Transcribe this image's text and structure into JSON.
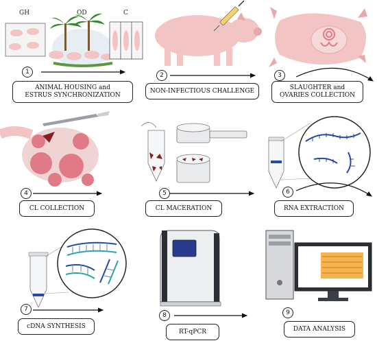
{
  "housing": {
    "gh": "GH",
    "od": "OD",
    "c": "C"
  },
  "steps": [
    {
      "number": "1",
      "line1": "ANIMAL HOUSING and",
      "line2": "ESTRUS SYNCHRONIZATION"
    },
    {
      "number": "2",
      "line1": "NON-INFECTIOUS CHALLENGE"
    },
    {
      "number": "3",
      "line1": "SLAUGHTER and",
      "line2": "OVARIES COLLECTION"
    },
    {
      "number": "4",
      "line1": "CL COLLECTION"
    },
    {
      "number": "5",
      "line1": "CL MACERATION"
    },
    {
      "number": "6",
      "line1": "RNA EXTRACTION"
    },
    {
      "number": "7",
      "line1": "cDNA SYNTHESIS"
    },
    {
      "number": "8",
      "line1": "RT-qPCR"
    },
    {
      "number": "9",
      "line1": "DATA ANALYSIS"
    }
  ],
  "colors": {
    "pig": "#f2c4c4",
    "pigDark": "#e8a9a9",
    "cl": "#e07a86",
    "blue": "#2747a8",
    "teal": "#2aa6a0"
  }
}
